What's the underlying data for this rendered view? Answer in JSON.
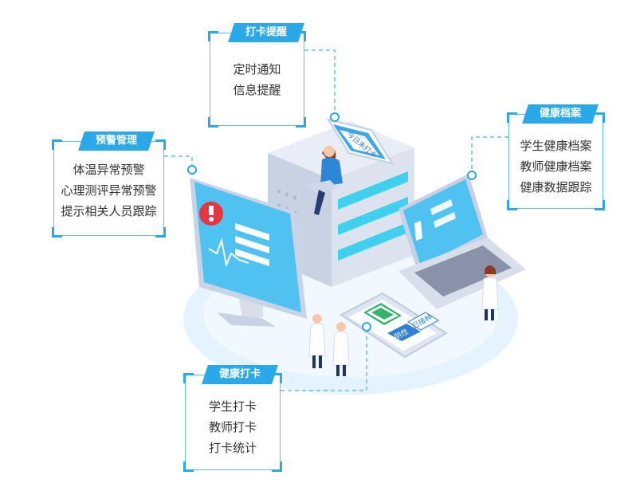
{
  "panels": {
    "reminder": {
      "title": "打卡提醒",
      "items": [
        "定时通知",
        "信息提醒"
      ]
    },
    "warning": {
      "title": "预警管理",
      "items": [
        "体温异常预警",
        "心理测评异常预警",
        "提示相关人员跟踪"
      ]
    },
    "records": {
      "title": "健康档案",
      "items": [
        "学生健康档案",
        "教师健康档案",
        "健康数据跟踪"
      ]
    },
    "checkin": {
      "title": "健康打卡",
      "items": [
        "学生打卡",
        "教师打卡",
        "打卡统计"
      ]
    }
  },
  "phone_top": {
    "label": "今日未打卡"
  },
  "phone_front": {
    "labels": [
      "阴性",
      "已接种"
    ]
  },
  "colors": {
    "accent": "#29a9ea",
    "light": "#d9efff",
    "warn": "#e8343f"
  }
}
